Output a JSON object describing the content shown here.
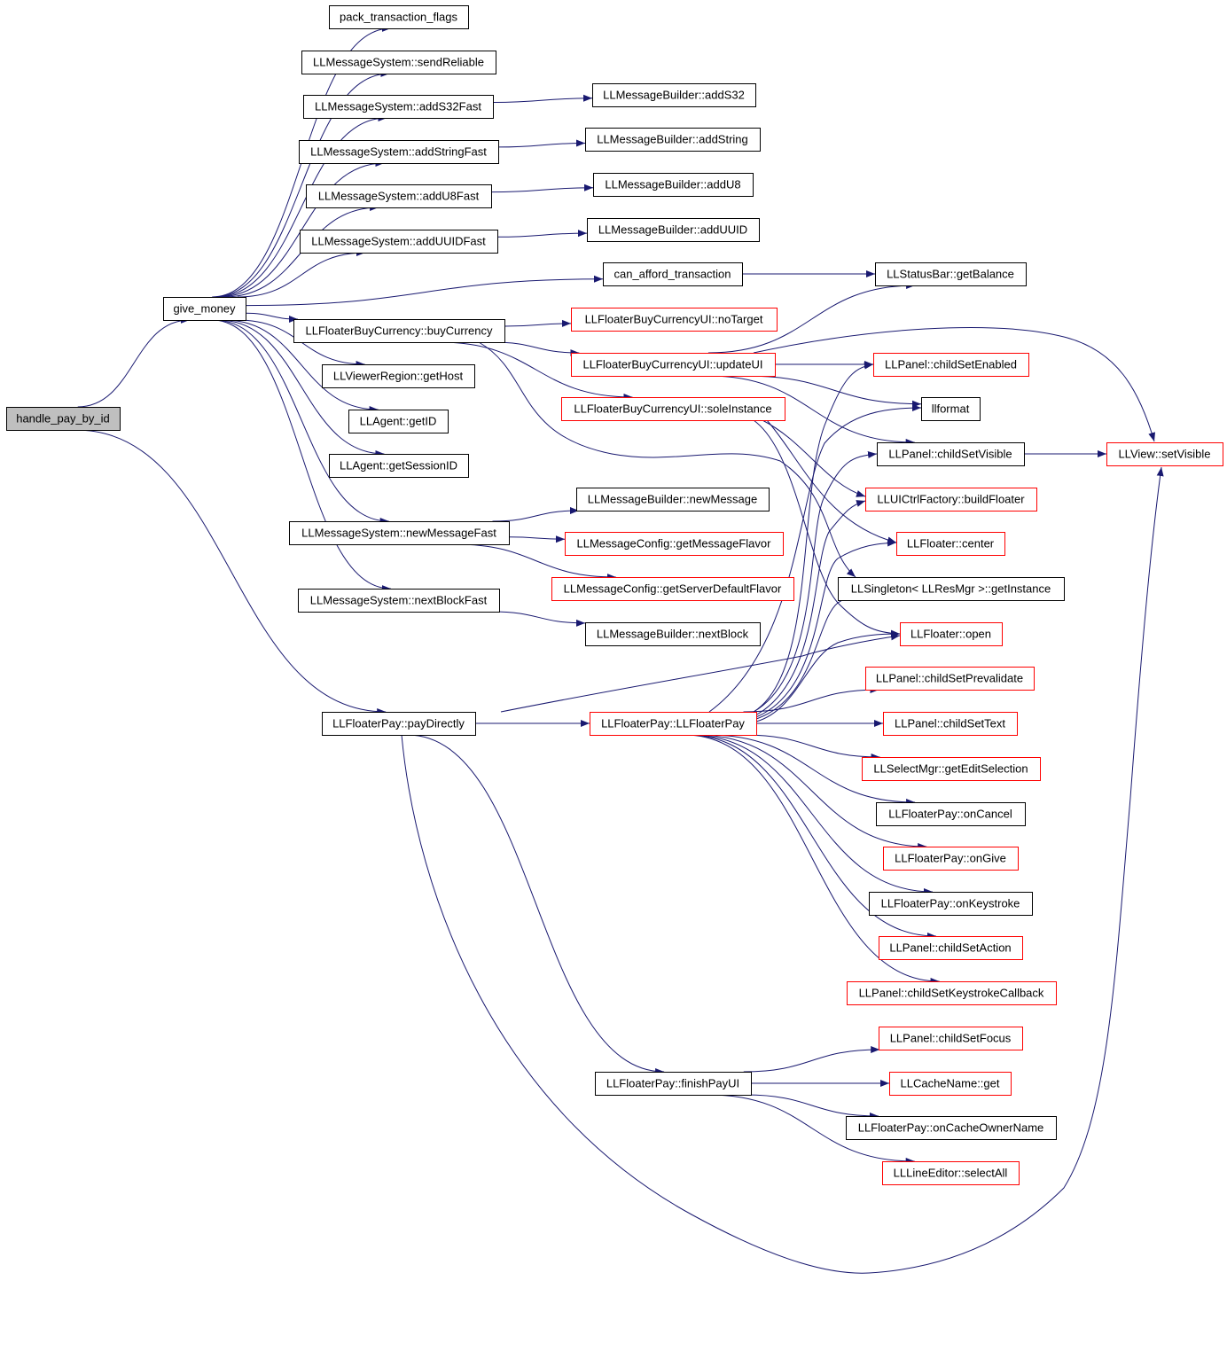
{
  "colors": {
    "edge": "#191970",
    "node_border_default": "#000000",
    "node_border_undocumented": "#ff0000",
    "node_fill_root": "#bfbfbf",
    "node_fill_default": "#ffffff"
  },
  "nodes": [
    {
      "id": "handle_pay_by_id",
      "label": "handle_pay_by_id",
      "style": "root"
    },
    {
      "id": "give_money",
      "label": "give_money",
      "style": "black"
    },
    {
      "id": "pack_transaction_flags",
      "label": "pack_transaction_flags",
      "style": "black"
    },
    {
      "id": "ms_sendReliable",
      "label": "LLMessageSystem::sendReliable",
      "style": "black"
    },
    {
      "id": "ms_addS32Fast",
      "label": "LLMessageSystem::addS32Fast",
      "style": "black"
    },
    {
      "id": "mb_addS32",
      "label": "LLMessageBuilder::addS32",
      "style": "black"
    },
    {
      "id": "ms_addStringFast",
      "label": "LLMessageSystem::addStringFast",
      "style": "black"
    },
    {
      "id": "mb_addString",
      "label": "LLMessageBuilder::addString",
      "style": "black"
    },
    {
      "id": "ms_addU8Fast",
      "label": "LLMessageSystem::addU8Fast",
      "style": "black"
    },
    {
      "id": "mb_addU8",
      "label": "LLMessageBuilder::addU8",
      "style": "black"
    },
    {
      "id": "ms_addUUIDFast",
      "label": "LLMessageSystem::addUUIDFast",
      "style": "black"
    },
    {
      "id": "mb_addUUID",
      "label": "LLMessageBuilder::addUUID",
      "style": "black"
    },
    {
      "id": "can_afford_transaction",
      "label": "can_afford_transaction",
      "style": "black"
    },
    {
      "id": "sb_getBalance",
      "label": "LLStatusBar::getBalance",
      "style": "black"
    },
    {
      "id": "fbc_buyCurrency",
      "label": "LLFloaterBuyCurrency::buyCurrency",
      "style": "black"
    },
    {
      "id": "fbcui_noTarget",
      "label": "LLFloaterBuyCurrencyUI::noTarget",
      "style": "red"
    },
    {
      "id": "fbcui_updateUI",
      "label": "LLFloaterBuyCurrencyUI::updateUI",
      "style": "red"
    },
    {
      "id": "fbcui_soleInstance",
      "label": "LLFloaterBuyCurrencyUI::soleInstance",
      "style": "red"
    },
    {
      "id": "vr_getHost",
      "label": "LLViewerRegion::getHost",
      "style": "black"
    },
    {
      "id": "agent_getID",
      "label": "LLAgent::getID",
      "style": "black"
    },
    {
      "id": "agent_getSessionID",
      "label": "LLAgent::getSessionID",
      "style": "black"
    },
    {
      "id": "mb_newMessage",
      "label": "LLMessageBuilder::newMessage",
      "style": "black"
    },
    {
      "id": "ms_newMessageFast",
      "label": "LLMessageSystem::newMessageFast",
      "style": "black"
    },
    {
      "id": "mc_getMessageFlavor",
      "label": "LLMessageConfig::getMessageFlavor",
      "style": "red"
    },
    {
      "id": "mc_getServerDefaultFlavor",
      "label": "LLMessageConfig::getServerDefaultFlavor",
      "style": "red"
    },
    {
      "id": "ms_nextBlockFast",
      "label": "LLMessageSystem::nextBlockFast",
      "style": "black"
    },
    {
      "id": "mb_nextBlock",
      "label": "LLMessageBuilder::nextBlock",
      "style": "black"
    },
    {
      "id": "fp_payDirectly",
      "label": "LLFloaterPay::payDirectly",
      "style": "black"
    },
    {
      "id": "fp_ctor",
      "label": "LLFloaterPay::LLFloaterPay",
      "style": "red"
    },
    {
      "id": "fp_finishPayUI",
      "label": "LLFloaterPay::finishPayUI",
      "style": "black"
    },
    {
      "id": "panel_childSetEnabled",
      "label": "LLPanel::childSetEnabled",
      "style": "red"
    },
    {
      "id": "llformat",
      "label": "llformat",
      "style": "black"
    },
    {
      "id": "panel_childSetVisible",
      "label": "LLPanel::childSetVisible",
      "style": "black"
    },
    {
      "id": "view_setVisible",
      "label": "LLView::setVisible",
      "style": "red"
    },
    {
      "id": "uif_buildFloater",
      "label": "LLUICtrlFactory::buildFloater",
      "style": "red"
    },
    {
      "id": "floater_center",
      "label": "LLFloater::center",
      "style": "red"
    },
    {
      "id": "singleton_getInstance",
      "label": "LLSingleton< LLResMgr >::getInstance",
      "style": "black"
    },
    {
      "id": "floater_open",
      "label": "LLFloater::open",
      "style": "red"
    },
    {
      "id": "panel_childSetPrevalidate",
      "label": "LLPanel::childSetPrevalidate",
      "style": "red"
    },
    {
      "id": "panel_childSetText",
      "label": "LLPanel::childSetText",
      "style": "red"
    },
    {
      "id": "sm_getEditSelection",
      "label": "LLSelectMgr::getEditSelection",
      "style": "red"
    },
    {
      "id": "fp_onCancel",
      "label": "LLFloaterPay::onCancel",
      "style": "black"
    },
    {
      "id": "fp_onGive",
      "label": "LLFloaterPay::onGive",
      "style": "red"
    },
    {
      "id": "fp_onKeystroke",
      "label": "LLFloaterPay::onKeystroke",
      "style": "black"
    },
    {
      "id": "panel_childSetAction",
      "label": "LLPanel::childSetAction",
      "style": "red"
    },
    {
      "id": "panel_childSetKeystrokeCallback",
      "label": "LLPanel::childSetKeystrokeCallback",
      "style": "red"
    },
    {
      "id": "panel_childSetFocus",
      "label": "LLPanel::childSetFocus",
      "style": "red"
    },
    {
      "id": "cn_get",
      "label": "LLCacheName::get",
      "style": "red"
    },
    {
      "id": "fp_onCacheOwnerName",
      "label": "LLFloaterPay::onCacheOwnerName",
      "style": "black"
    },
    {
      "id": "le_selectAll",
      "label": "LLLineEditor::selectAll",
      "style": "red"
    }
  ],
  "edges": [
    [
      "handle_pay_by_id",
      "give_money"
    ],
    [
      "handle_pay_by_id",
      "fp_payDirectly"
    ],
    [
      "give_money",
      "pack_transaction_flags"
    ],
    [
      "give_money",
      "ms_sendReliable"
    ],
    [
      "give_money",
      "ms_addS32Fast"
    ],
    [
      "give_money",
      "ms_addStringFast"
    ],
    [
      "give_money",
      "ms_addU8Fast"
    ],
    [
      "give_money",
      "ms_addUUIDFast"
    ],
    [
      "give_money",
      "can_afford_transaction"
    ],
    [
      "give_money",
      "fbc_buyCurrency"
    ],
    [
      "give_money",
      "vr_getHost"
    ],
    [
      "give_money",
      "agent_getID"
    ],
    [
      "give_money",
      "agent_getSessionID"
    ],
    [
      "give_money",
      "ms_newMessageFast"
    ],
    [
      "give_money",
      "ms_nextBlockFast"
    ],
    [
      "ms_addS32Fast",
      "mb_addS32"
    ],
    [
      "ms_addStringFast",
      "mb_addString"
    ],
    [
      "ms_addU8Fast",
      "mb_addU8"
    ],
    [
      "ms_addUUIDFast",
      "mb_addUUID"
    ],
    [
      "can_afford_transaction",
      "sb_getBalance"
    ],
    [
      "fbc_buyCurrency",
      "fbcui_noTarget"
    ],
    [
      "fbc_buyCurrency",
      "fbcui_updateUI"
    ],
    [
      "fbc_buyCurrency",
      "fbcui_soleInstance"
    ],
    [
      "fbc_buyCurrency",
      "singleton_getInstance"
    ],
    [
      "fbcui_updateUI",
      "sb_getBalance"
    ],
    [
      "fbcui_updateUI",
      "panel_childSetEnabled"
    ],
    [
      "fbcui_updateUI",
      "llformat"
    ],
    [
      "fbcui_updateUI",
      "panel_childSetVisible"
    ],
    [
      "fbcui_updateUI",
      "view_setVisible"
    ],
    [
      "fbcui_soleInstance",
      "uif_buildFloater"
    ],
    [
      "fbcui_soleInstance",
      "floater_center"
    ],
    [
      "fbcui_soleInstance",
      "floater_open"
    ],
    [
      "ms_newMessageFast",
      "mb_newMessage"
    ],
    [
      "ms_newMessageFast",
      "mc_getMessageFlavor"
    ],
    [
      "ms_newMessageFast",
      "mc_getServerDefaultFlavor"
    ],
    [
      "ms_nextBlockFast",
      "mb_nextBlock"
    ],
    [
      "fp_payDirectly",
      "fp_ctor"
    ],
    [
      "fp_payDirectly",
      "fp_finishPayUI"
    ],
    [
      "fp_payDirectly",
      "floater_open"
    ],
    [
      "fp_payDirectly",
      "view_setVisible"
    ],
    [
      "fp_ctor",
      "panel_childSetEnabled"
    ],
    [
      "fp_ctor",
      "llformat"
    ],
    [
      "fp_ctor",
      "panel_childSetVisible"
    ],
    [
      "fp_ctor",
      "uif_buildFloater"
    ],
    [
      "fp_ctor",
      "floater_center"
    ],
    [
      "fp_ctor",
      "singleton_getInstance"
    ],
    [
      "fp_ctor",
      "floater_open"
    ],
    [
      "fp_ctor",
      "panel_childSetPrevalidate"
    ],
    [
      "fp_ctor",
      "panel_childSetText"
    ],
    [
      "fp_ctor",
      "sm_getEditSelection"
    ],
    [
      "fp_ctor",
      "fp_onCancel"
    ],
    [
      "fp_ctor",
      "fp_onGive"
    ],
    [
      "fp_ctor",
      "fp_onKeystroke"
    ],
    [
      "fp_ctor",
      "panel_childSetAction"
    ],
    [
      "fp_ctor",
      "panel_childSetKeystrokeCallback"
    ],
    [
      "fp_finishPayUI",
      "panel_childSetFocus"
    ],
    [
      "fp_finishPayUI",
      "cn_get"
    ],
    [
      "fp_finishPayUI",
      "fp_onCacheOwnerName"
    ],
    [
      "fp_finishPayUI",
      "le_selectAll"
    ],
    [
      "panel_childSetVisible",
      "view_setVisible"
    ]
  ]
}
